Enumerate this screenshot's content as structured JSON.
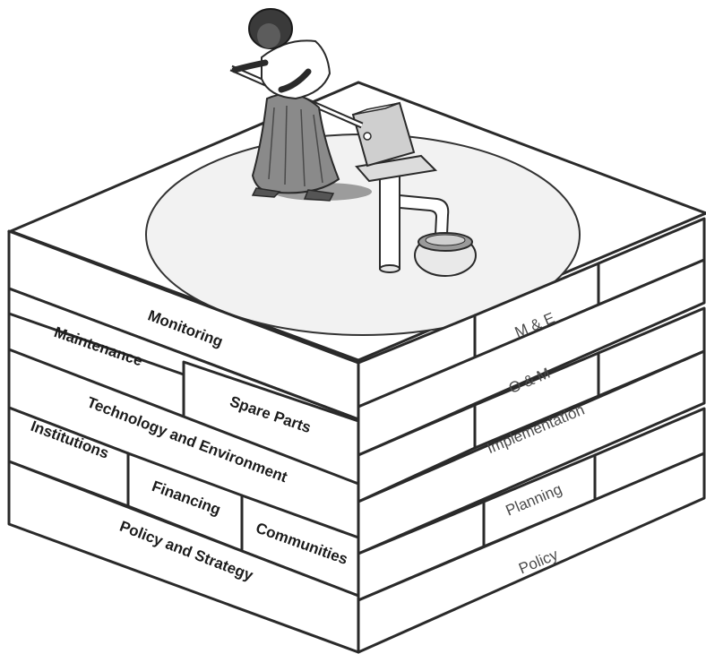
{
  "front_face": {
    "row1": {
      "monitoring": "Monitoring"
    },
    "row2": {
      "maintenance": "Maintenance",
      "spare_parts": "Spare Parts"
    },
    "row3": {
      "technology": "Technology and Environment"
    },
    "row4": {
      "institutions": "Institutions",
      "financing": "Financing",
      "communities": "Communities"
    },
    "row5": {
      "policy_strategy": "Policy and Strategy"
    }
  },
  "side_face": {
    "me": "M & E",
    "om": "O & M",
    "implementation": "Implementation",
    "planning": "Planning",
    "policy": "Policy"
  },
  "illustration": {
    "subject": "woman operating a hand pump filling a pot with water",
    "icons": [
      "person-figure",
      "hand-pump-icon",
      "water-pot-icon"
    ]
  }
}
